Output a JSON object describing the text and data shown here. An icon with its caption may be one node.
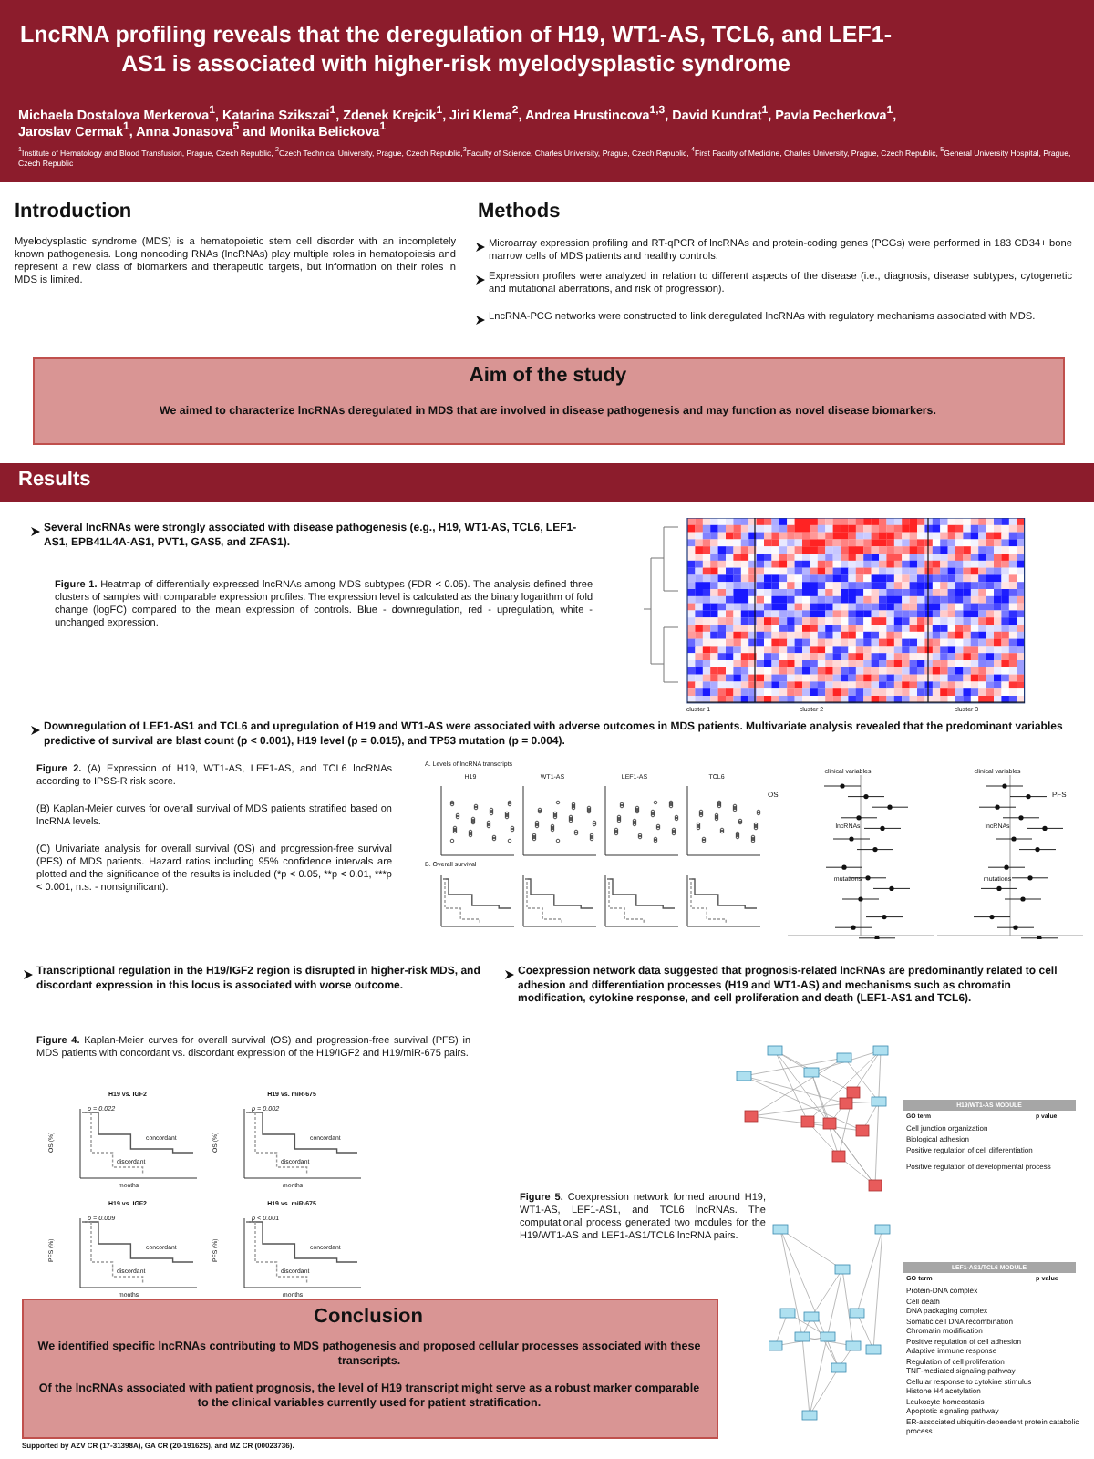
{
  "diagram": {
    "title": "LncRNA profiling reveals that the deregulation of H19, WT1-AS, TCL6, and LEF1-AS1 is associated with higher-risk myelodysplastic syndrome",
    "labels": [
      "Michaela Dostalova Merkerova$^{1}$, Katarina Szikszai$^{1}$, Zdenek Krejcik$^{1}$, Jiri Klema$^{2}$, Andrea Hrustincova$^{1,3}$, David Kundrat$^{1}$, Pavla Pecherkova$^{1}$, Jaroslav Cermak$^{1}$, Anna Jonasova$^{5}$ and Monika Belickova$^{1}$",
      "$^{1}$Institute of Hematology and Blood Transfusion, Prague, Czech Republic, $^{2}$Czech Technical University, Prague, Czech Republic,$^{3}$Faculty of Science, Charles University, Prague, Czech Republic, $^{4}$First Faculty of Medicine, Charles University, Prague, Czech Republic, $^{5}$General University Hospital, Prague, Czech Republic",
      "Introduction",
      "Myelodysplastic syndrome (MDS) is a hematopoietic stem cell disorder with an incompletely known pathogenesis. Long noncoding RNAs (lncRNAs) play multiple roles in hematopoiesis and represent a new class of biomarkers and therapeutic targets, but information on their roles in MDS is limited.",
      "Methods",
      "Microarray expression profiling and RT-qPCR of lncRNAs and protein-coding genes (PCGs) were performed in 183 CD34+ bone marrow cells of MDS patients and healthy controls.",
      "Expression profiles were analyzed in relation to different aspects of the disease (i.e., diagnosis, disease subtypes, cytogenetic and mutational aberrations, and risk of progression).",
      "LncRNA-PCG networks were constructed to link deregulated lncRNAs with regulatory mechanisms associated with MDS.",
      "Aim of the study",
      "We aimed to characterize lncRNAs deregulated in MDS that are involved in disease pathogenesis and may function as novel disease biomarkers.",
      "Results",
      "Several lncRNAs were strongly associated with disease pathogenesis (e.g., H19, WT1-AS, TCL6, LEF1-AS1, EPB41L4A-AS1, PVT1, GAS5, and ZFAS1).",
      "**Figure 1.** Heatmap of differentially expressed lncRNAs among MDS subtypes (FDR < 0.05). The analysis defined three clusters of samples with comparable expression profiles. The expression level is calculated as the binary logarithm of fold change (logFC) compared to the mean expression of controls. Blue - downregulation, red - upregulation, white - unchanged expression.",
      "cluster 1",
      "cluster 2",
      "cluster 3",
      "Downregulation of LEF1-AS1 and TCL6 and upregulation of H19 and WT1-AS were associated with adverse outcomes in MDS patients. Multivariate analysis revealed that the predominant variables predictive of survival are blast count (p < 0.001), H19 level (p = 0.015), and TP53 mutation (p = 0.004).",
      "**Figure 2.** (A) Expression of H19, WT1-AS, LEF1-AS, and TCL6 lncRNAs according to IPSS-R risk score.",
      "(B) Kaplan-Meier curves for overall survival of MDS patients stratified based on lncRNA levels.",
      "(C) Univariate analysis for overall survival (OS) and progression-free survival (PFS) of MDS patients. Hazard ratios including 95% confidence intervals are plotted and the significance of the results is included (*p < 0.05, **p < 0.01, ***p < 0.001, n.s. - nonsignificant).",
      "A. Levels of lncRNA transcripts",
      "H19",
      "WT1-AS",
      "LEF1-AS",
      "TCL6",
      "B. Overall survival",
      "OS",
      "clinical variables",
      "lncRNAs",
      "mutations",
      "PFS",
      "clinical variables",
      "lncRNAs",
      "mutations",
      "Transcriptional regulation in the H19/IGF2 region is disrupted in higher-risk MDS, and discordant expression in this locus is associated with worse outcome.",
      "**Figure 4.** Kaplan-Meier curves for overall survival (OS) and progression-free survival (PFS) in MDS patients with concordant vs. discordant expression of the H19/IGF2 and H19/miR-675 pairs.",
      "H19 vs. IGF2",
      "p = 0.022",
      "concordant",
      "discordant",
      "OS (%)",
      "months",
      "H19 vs. miR-675",
      "p = 0.002",
      "concordant",
      "discordant",
      "OS (%)",
      "months",
      "H19 vs. IGF2",
      "p = 0.009",
      "concordant",
      "discordant",
      "PFS (%)",
      "months",
      "H19 vs. miR-675",
      "p < 0.001",
      "concordant",
      "discordant",
      "PFS (%)",
      "months",
      "Coexpression network data suggested that prognosis-related lncRNAs are predominantly related to cell adhesion and differentiation processes (H19 and WT1-AS) and mechanisms such as chromatin modification, cytokine response, and cell proliferation and death (LEF1-AS1 and TCL6).",
      "**Figure 5.** Coexpression network formed around H19, WT1-AS, LEF1-AS1, and TCL6 lncRNAs. The computational process generated two modules for the H19/WT1-AS and LEF1-AS1/TCL6 lncRNA pairs.",
      "H19/WT1-AS MODULE",
      "GO term",
      "p value",
      "Cell junction organization",
      "Biological adhesion",
      "Positive regulation of cell differentiation",
      "Positive regulation of developmental process",
      "LEF1-AS1/TCL6 MODULE",
      "GO term",
      "p value",
      "Protein-DNA complex",
      "Cell death",
      "DNA packaging complex",
      "Somatic cell DNA recombination",
      "Chromatin modification",
      "Positive regulation of cell adhesion",
      "Adaptive immune response",
      "Regulation of cell proliferation",
      "TNF-mediated signaling pathway",
      "Cellular response to cytokine stimulus",
      "Histone H4 acetylation",
      "Leukocyte homeostasis",
      "Apoptotic signaling pathway",
      "ER-associated ubiquitin-dependent protein catabolic process",
      "Conclusion",
      "We identified specific lncRNAs contributing to MDS pathogenesis and proposed cellular processes associated with these transcripts.",
      "Of the lncRNAs associated with patient prognosis, the level of H19 transcript might serve as a robust marker comparable to the clinical variables currently used for patient stratification.",
      "Supported by AZV CR (17-31398A), GA CR (20-19162S), and MZ CR (00023736)."
    ]
  }
}
